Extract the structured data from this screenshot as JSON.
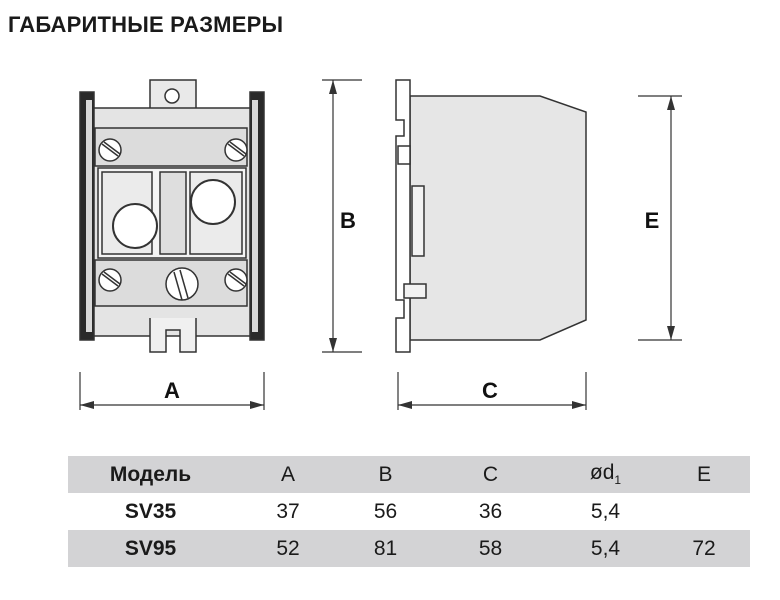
{
  "title": "ГАБАРИТНЫЕ РАЗМЕРЫ",
  "dimension_labels": {
    "a": "A",
    "b": "B",
    "c": "C",
    "e": "E"
  },
  "table": {
    "headers": {
      "model": "Модель",
      "a": "A",
      "b": "B",
      "c": "C",
      "d_main": "ød",
      "d_sub": "1",
      "e": "E"
    },
    "rows": [
      {
        "model": "SV35",
        "a": "37",
        "b": "56",
        "c": "36",
        "d": "5,4",
        "e": ""
      },
      {
        "model": "SV95",
        "a": "52",
        "b": "81",
        "c": "58",
        "d": "5,4",
        "e": "72"
      }
    ]
  }
}
